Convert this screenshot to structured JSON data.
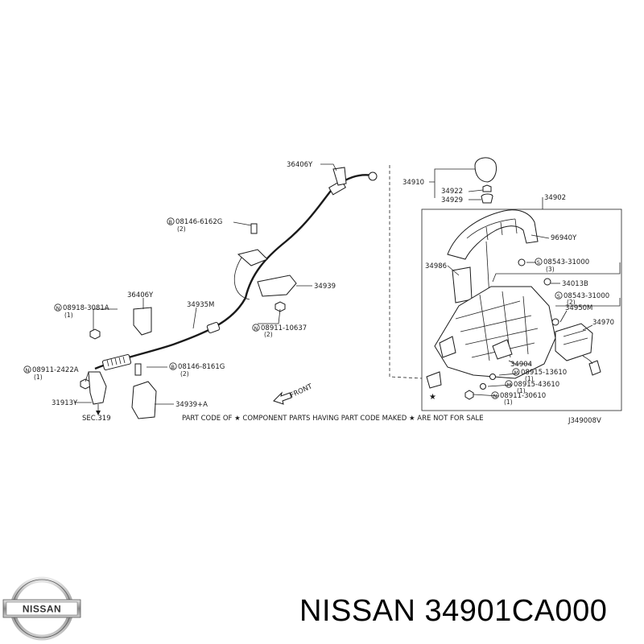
{
  "diagram": {
    "labels": {
      "p36406y_top": "36406Y",
      "p34910": "34910",
      "p34922": "34922",
      "p34929": "34929",
      "p34902": "34902",
      "p08146_6162g": "08146-6162G",
      "p08146_6162g_qty": "(2)",
      "p96940y": "96940Y",
      "p08543_31000a": "08543-31000",
      "p08543_31000a_qty": "(3)",
      "p34986": "34986",
      "p34939": "34939",
      "p34013b": "34013B",
      "p36406y_mid": "36406Y",
      "p08918_3081a": "08918-3081A",
      "p08918_3081a_qty": "(1)",
      "p34935m": "34935M",
      "p08543_31000b": "08543-31000",
      "p08543_31000b_qty": "(2)",
      "p34950m": "34950M",
      "p08911_10637": "08911-10637",
      "p08911_10637_qty": "(2)",
      "p34970": "34970",
      "p08911_2422a": "08911-2422A",
      "p08911_2422a_qty": "(1)",
      "p08146_8161g": "08146-8161G",
      "p08146_8161g_qty": "(2)",
      "p34904": "34904",
      "p08915_13610": "08915-13610",
      "p08915_13610_qty": "(1)",
      "p08915_43610": "08915-43610",
      "p08915_43610_qty": "(1)",
      "p31913y": "31913Y",
      "p34939a": "34939+A",
      "p08911_30610": "08911-30610",
      "p08911_30610_qty": "(1)",
      "sec319": "SEC.319",
      "front": "FRONT",
      "footnote": "PART CODE OF ★ COMPONENT PARTS HAVING PART CODE MAKED ★ ARE NOT FOR SALE",
      "diagram_code": "J349008V"
    },
    "circle_letters": {
      "b": "B",
      "n": "N",
      "s": "S",
      "m": "M"
    }
  },
  "brand": {
    "logo_text": "NISSAN",
    "caption": "NISSAN 34901CA000"
  }
}
